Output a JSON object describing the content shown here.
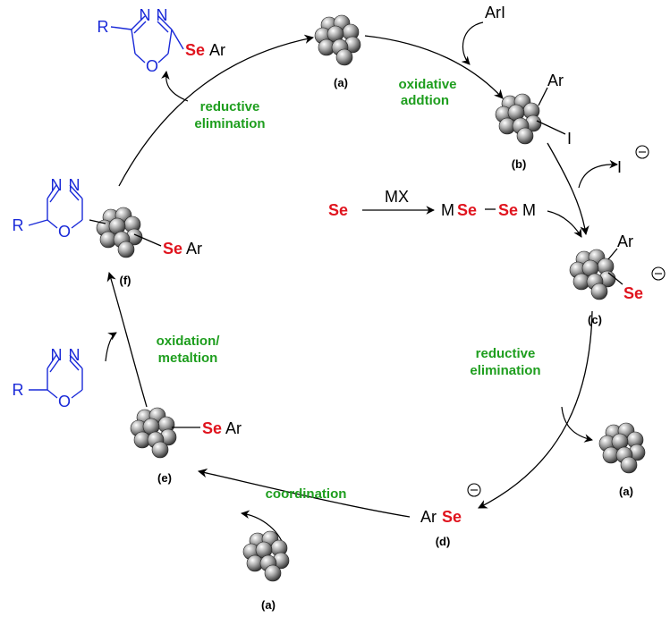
{
  "cycle": {
    "labels": {
      "a": "(a)",
      "b": "(b)",
      "c": "(c)",
      "d": "(d)",
      "e": "(e)",
      "f": "(f)"
    },
    "steps": {
      "oxidative_1": "oxidative",
      "oxidative_2": "addtion",
      "re1_1": "reductive",
      "re1_2": "elimination",
      "re2_1": "reductive",
      "re2_2": "elimination",
      "coordination": "coordination",
      "ox_1": "oxidation/",
      "ox_2": "metaltion"
    },
    "reagents": {
      "aryl_iodide": "ArI",
      "iodide": "I",
      "ar": "Ar",
      "i": "I",
      "se": "Se",
      "mx": "MX",
      "m1": "M",
      "se_a": "Se",
      "dash": "–",
      "se_b": "Se",
      "m2": "M",
      "ar_d": "Ar",
      "se_d": "Se",
      "se_c": "Se",
      "ar_c": "Ar",
      "se_e": "Se",
      "ar_e": "Ar",
      "se_f": "Se",
      "ar_f": "Ar",
      "se_p": "Se",
      "ar_p": "Ar"
    },
    "heterocycle": {
      "n": "N",
      "o": "O",
      "r": "R"
    },
    "colors": {
      "green": "#1e9e1e",
      "red": "#e0141e",
      "blue": "#1a2ad8"
    }
  }
}
